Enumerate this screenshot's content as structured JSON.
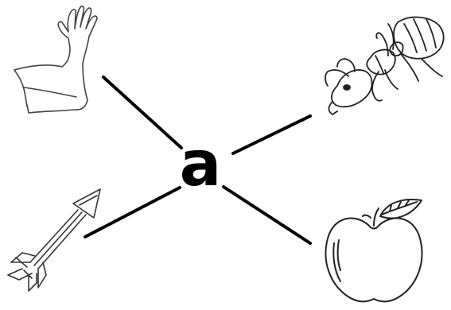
{
  "center": {
    "letter": "a"
  },
  "pictures": [
    {
      "name": "arm-icon",
      "label": "arm"
    },
    {
      "name": "ant-icon",
      "label": "ant"
    },
    {
      "name": "arrow-icon",
      "label": "arrow"
    },
    {
      "name": "apple-icon",
      "label": "apple"
    }
  ],
  "colors": {
    "ink": "#000000",
    "background": "#ffffff"
  }
}
